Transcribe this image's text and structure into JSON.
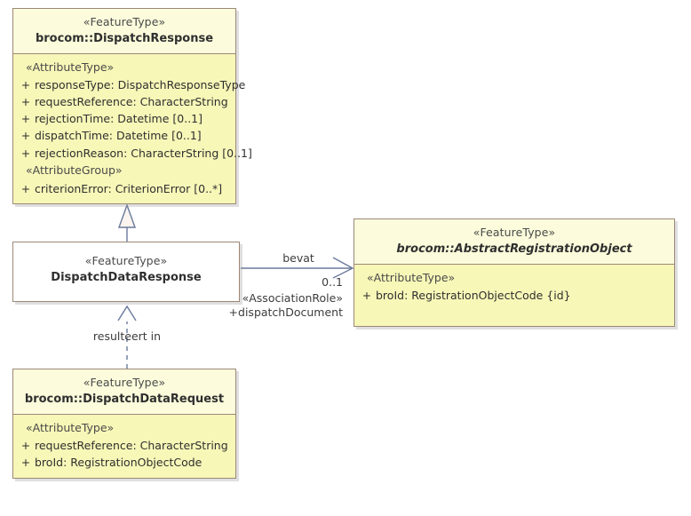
{
  "diagram": {
    "type": "uml-class-diagram",
    "background": "#ffffff",
    "colors": {
      "class_border": "#9c8878",
      "class_header_fill": "#fcfcdc",
      "class_body_fill": "#f7f7b8",
      "class_white_fill": "#ffffff",
      "line": "#6a7a9c",
      "text": "#3c3c3c"
    }
  },
  "classes": {
    "dispatch_response": {
      "stereotype": "«FeatureType»",
      "name": "brocom::DispatchResponse",
      "abstract": false,
      "groups": [
        {
          "label": "«AttributeType»",
          "attributes": [
            {
              "visibility": "+",
              "text": "responseType: DispatchResponseType"
            },
            {
              "visibility": "+",
              "text": "requestReference: CharacterString"
            },
            {
              "visibility": "+",
              "text": "rejectionTime: Datetime [0..1]"
            },
            {
              "visibility": "+",
              "text": "dispatchTime: Datetime [0..1]"
            },
            {
              "visibility": "+",
              "text": "rejectionReason: CharacterString [0..1]"
            }
          ]
        },
        {
          "label": "«AttributeGroup»",
          "attributes": [
            {
              "visibility": "+",
              "text": "criterionError: CriterionError [0..*]"
            }
          ]
        }
      ]
    },
    "dispatch_data_response": {
      "stereotype": "«FeatureType»",
      "name": "DispatchDataResponse",
      "abstract": false,
      "groups": []
    },
    "abstract_registration_object": {
      "stereotype": "«FeatureType»",
      "name": "brocom::AbstractRegistrationObject",
      "abstract": true,
      "groups": [
        {
          "label": "«AttributeType»",
          "attributes": [
            {
              "visibility": "+",
              "text": "broId: RegistrationObjectCode {id}"
            }
          ]
        }
      ]
    },
    "dispatch_data_request": {
      "stereotype": "«FeatureType»",
      "name": "brocom::DispatchDataRequest",
      "abstract": false,
      "groups": [
        {
          "label": "«AttributeType»",
          "attributes": [
            {
              "visibility": "+",
              "text": "requestReference: CharacterString"
            },
            {
              "visibility": "+",
              "text": "broId: RegistrationObjectCode"
            }
          ]
        }
      ]
    }
  },
  "relationships": {
    "generalization": {
      "kind": "generalization",
      "from": "DispatchDataResponse",
      "to": "brocom::DispatchResponse",
      "label": ""
    },
    "association": {
      "kind": "association",
      "from": "DispatchDataResponse",
      "to": "brocom::AbstractRegistrationObject",
      "name": "bevat",
      "target_multiplicity": "0..1",
      "target_role_stereotype": "«AssociationRole»",
      "target_role_name": "+dispatchDocument"
    },
    "realization": {
      "kind": "realization",
      "from": "brocom::DispatchDataRequest",
      "to": "DispatchDataResponse",
      "label": "resulteert in"
    }
  }
}
